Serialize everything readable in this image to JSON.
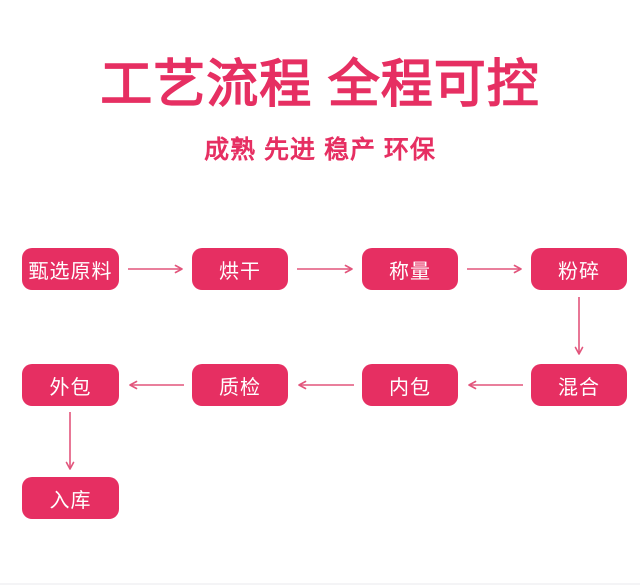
{
  "colors": {
    "accent": "#e62f62",
    "arrow": "#e2557c",
    "box_text": "#ffffff",
    "background": "#ffffff"
  },
  "header": {
    "title": "工艺流程 全程可控",
    "subtitle": "成熟 先进 稳产 环保"
  },
  "flow": {
    "nodes": [
      {
        "id": "select-materials",
        "label": "甄选原料"
      },
      {
        "id": "drying",
        "label": "烘干"
      },
      {
        "id": "weighing",
        "label": "称量"
      },
      {
        "id": "crushing",
        "label": "粉碎"
      },
      {
        "id": "mixing",
        "label": "混合"
      },
      {
        "id": "inner-packing",
        "label": "内包"
      },
      {
        "id": "quality-inspection",
        "label": "质检"
      },
      {
        "id": "outer-packing",
        "label": "外包"
      },
      {
        "id": "warehousing",
        "label": "入库"
      }
    ],
    "edges": [
      {
        "from": "甄选原料",
        "to": "烘干"
      },
      {
        "from": "烘干",
        "to": "称量"
      },
      {
        "from": "称量",
        "to": "粉碎"
      },
      {
        "from": "粉碎",
        "to": "混合"
      },
      {
        "from": "混合",
        "to": "内包"
      },
      {
        "from": "内包",
        "to": "质检"
      },
      {
        "from": "质检",
        "to": "外包"
      },
      {
        "from": "外包",
        "to": "入库"
      }
    ]
  }
}
